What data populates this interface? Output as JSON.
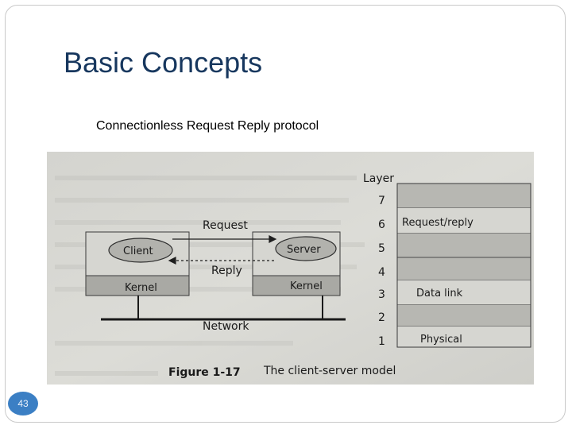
{
  "slide": {
    "title": "Basic Concepts",
    "subtitle": "Connectionless Request Reply protocol",
    "page_number": "43"
  },
  "figure": {
    "layer_header": "Layer",
    "layer_numbers": [
      "7",
      "6",
      "5",
      "4",
      "3",
      "2",
      "1"
    ],
    "layer_labels": {
      "request_reply": "Request/reply",
      "data_link": "Data link",
      "physical": "Physical"
    },
    "client": "Client",
    "server": "Server",
    "kernel": "Kernel",
    "request": "Request",
    "reply": "Reply",
    "network": "Network",
    "caption_bold": "Figure 1-17",
    "caption_text": "The client-server model"
  }
}
